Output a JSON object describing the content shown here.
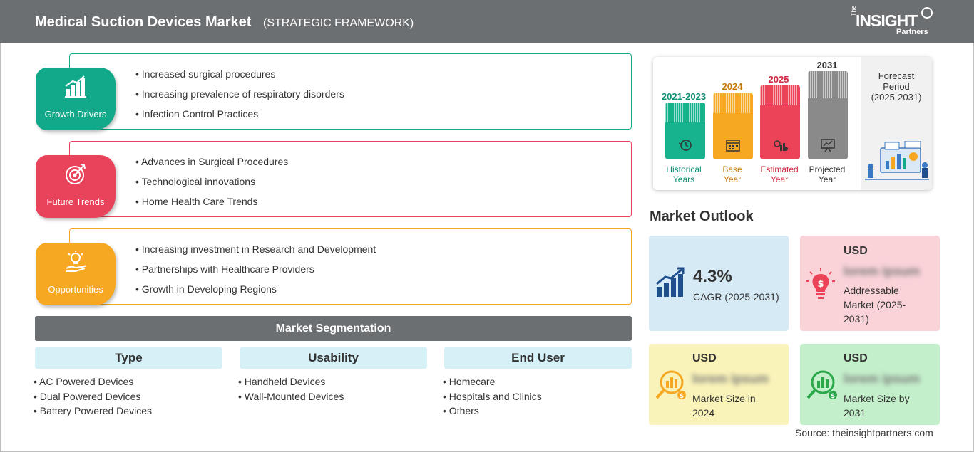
{
  "header": {
    "title": "Medical Suction Devices Market",
    "subtitle": "(STRATEGIC FRAMEWORK)",
    "logo": {
      "the": "The",
      "insight": "INSIGHT",
      "partners": "Partners"
    }
  },
  "drivers": [
    {
      "label": "Growth Drivers",
      "color": "#11a98a",
      "icon": "bar-growth-icon",
      "items": [
        "Increased surgical procedures",
        "Increasing prevalence of respiratory disorders",
        "Infection Control Practices"
      ]
    },
    {
      "label": "Future Trends",
      "color": "#e8435a",
      "icon": "target-icon",
      "items": [
        "Advances in Surgical Procedures",
        "Technological innovations",
        "Home Health Care Trends"
      ]
    },
    {
      "label": "Opportunities",
      "color": "#f7a823",
      "icon": "lightbulb-hand-icon",
      "items": [
        "Increasing investment in Research and Development",
        "Partnerships with Healthcare Providers",
        "Growth in Developing Regions"
      ]
    }
  ],
  "segmentation": {
    "title": "Market Segmentation",
    "columns": [
      {
        "heading": "Type",
        "items": [
          "AC Powered Devices",
          "Dual Powered Devices",
          "Battery Powered Devices"
        ]
      },
      {
        "heading": "Usability",
        "items": [
          "Handheld Devices",
          "Wall-Mounted Devices"
        ]
      },
      {
        "heading": "End User",
        "items": [
          "Homecare",
          "Hospitals and Clinics",
          "Others"
        ]
      }
    ]
  },
  "timeline": {
    "bars": [
      {
        "year": "2021-2023",
        "label1": "Historical",
        "label2": "Years",
        "color": "#17b38f",
        "text_color": "#0f8f74",
        "icon": "history-icon"
      },
      {
        "year": "2024",
        "label1": "Base",
        "label2": "Year",
        "color": "#f7a823",
        "text_color": "#c47a06",
        "icon": "calendar-icon"
      },
      {
        "year": "2025",
        "label1": "Estimated",
        "label2": "Year",
        "color": "#ec4358",
        "text_color": "#d12a42",
        "icon": "gear-chart-icon"
      },
      {
        "year": "2031",
        "label1": "Projected",
        "label2": "Year",
        "color": "#8a8a8a",
        "text_color": "#333333",
        "icon": "presentation-icon"
      }
    ],
    "forecast": {
      "line1": "Forecast",
      "line2": "Period",
      "line3": "(2025-2031)"
    }
  },
  "outlook": {
    "title": "Market Outlook",
    "cagr": {
      "value": "4.3%",
      "label": "CAGR (2025-2031)",
      "bg": "#d6eaf6"
    },
    "addressable": {
      "usd": "USD",
      "value": "lorem ipsum",
      "label": "Addressable Market (2025-2031)",
      "bg": "#f9d3d8"
    },
    "size2024": {
      "usd": "USD",
      "value": "lorem ipsum",
      "label": "Market Size in 2024",
      "bg": "#faf3b9"
    },
    "size2031": {
      "usd": "USD",
      "value": "lorem ipsum",
      "label": "Market Size by 2031",
      "bg": "#c4efcb"
    }
  },
  "source": "Source: theinsightpartners.com"
}
